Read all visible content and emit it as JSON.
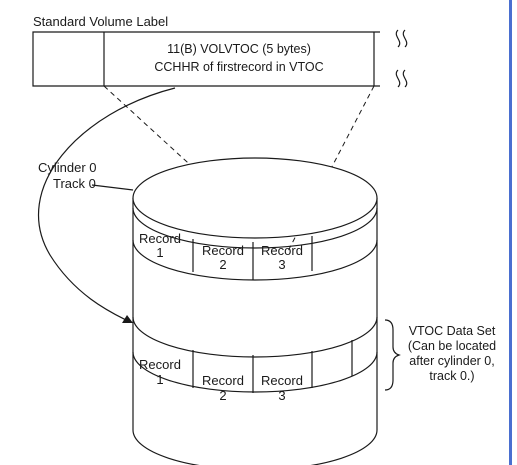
{
  "volume_label": {
    "title": "Standard Volume Label",
    "field_line1": "11(B) VOLVTOC (5 bytes)",
    "field_line2": "CCHHR of firstrecord in VTOC"
  },
  "track_label": {
    "line1": "Cylinder 0",
    "line2": "Track 0"
  },
  "top_records": [
    {
      "line1": "Record",
      "line2": "1"
    },
    {
      "line1": "Record",
      "line2": "2"
    },
    {
      "line1": "Record",
      "line2": "3"
    }
  ],
  "bottom_records": [
    {
      "line1": "Record",
      "line2": "1"
    },
    {
      "line1": "Record",
      "line2": "2"
    },
    {
      "line1": "Record",
      "line2": "3"
    }
  ],
  "vtoc_note": {
    "line1": "VTOC Data Set",
    "line2": "(Can be located",
    "line3": "after cylinder 0,",
    "line4": "track 0.)"
  },
  "colors": {
    "line": "#1a1a1a",
    "right_border": "#4a6fd0"
  }
}
